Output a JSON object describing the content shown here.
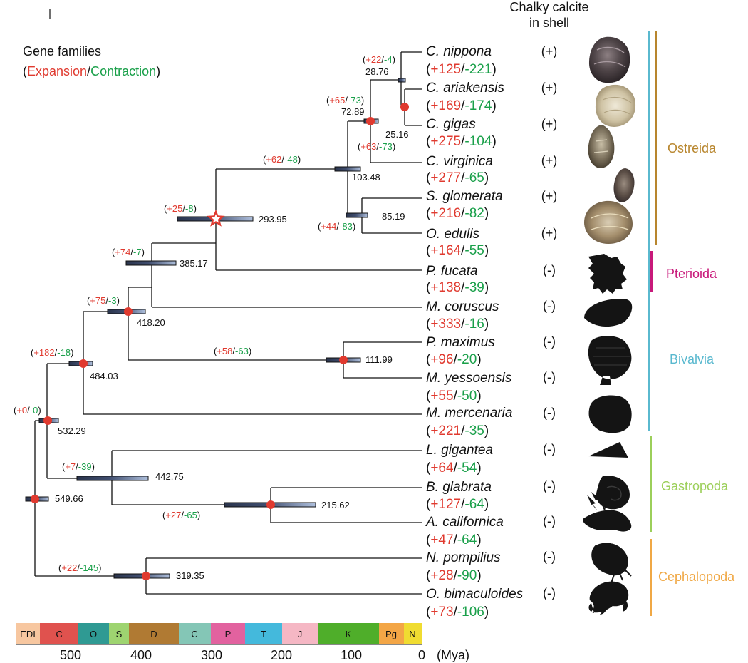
{
  "header": {
    "chalky_title_line1": "Chalky calcite",
    "chalky_title_line2": "in shell"
  },
  "legend": {
    "title": "Gene families",
    "open_paren": "(",
    "expansion": "Expansion",
    "slash": "/",
    "contraction": "Contraction",
    "close_paren": ")"
  },
  "colors": {
    "expansion": "#e03a2f",
    "contraction": "#1aa04a",
    "ostreida": "#b8862e",
    "pterioida": "#c8197a",
    "bivalvia": "#5ab9cf",
    "gastropoda": "#9ccf5a",
    "cephalopoda": "#f0a845",
    "branch": "#111111",
    "bar_fill": "#a7b9d6",
    "bar_dark": "#2a344c",
    "node_dot": "#e03a2f"
  },
  "species": [
    {
      "name": "C. nippona",
      "plus": "+125",
      "minus": "-221",
      "chalky": "(+)"
    },
    {
      "name": "C. ariakensis",
      "plus": "+169",
      "minus": "-174",
      "chalky": "(+)"
    },
    {
      "name": "C. gigas",
      "plus": "+275",
      "minus": "-104",
      "chalky": "(+)"
    },
    {
      "name": "C. virginica",
      "plus": "+277",
      "minus": "-65",
      "chalky": "(+)"
    },
    {
      "name": "S. glomerata",
      "plus": "+216",
      "minus": "-82",
      "chalky": "(+)"
    },
    {
      "name": "O. edulis",
      "plus": "+164",
      "minus": "-55",
      "chalky": "(+)"
    },
    {
      "name": "P. fucata",
      "plus": "+138",
      "minus": "-39",
      "chalky": "(-)"
    },
    {
      "name": "M. coruscus",
      "plus": "+333",
      "minus": "-16",
      "chalky": "(-)"
    },
    {
      "name": "P. maximus",
      "plus": "+96",
      "minus": "-20",
      "chalky": "(-)"
    },
    {
      "name": "M. yessoensis",
      "plus": "+55",
      "minus": "-50",
      "chalky": "(-)"
    },
    {
      "name": "M. mercenaria",
      "plus": "+221",
      "minus": "-35",
      "chalky": "(-)"
    },
    {
      "name": "L. gigantea",
      "plus": "+64",
      "minus": "-54",
      "chalky": "(-)"
    },
    {
      "name": "B. glabrata",
      "plus": "+127",
      "minus": "-64",
      "chalky": "(-)"
    },
    {
      "name": "A. californica",
      "plus": "+47",
      "minus": "-64",
      "chalky": "(-)"
    },
    {
      "name": "N. pompilius",
      "plus": "+28",
      "minus": "-90",
      "chalky": "(-)"
    },
    {
      "name": "O. bimaculoides",
      "plus": "+73",
      "minus": "-106",
      "chalky": "(-)"
    }
  ],
  "nodes": [
    {
      "age": "28.76",
      "plus": "+22",
      "minus": "-4"
    },
    {
      "age": "25.16",
      "plus": "+63",
      "minus": "-73"
    },
    {
      "age": "72.89",
      "plus": "+65",
      "minus": "-73"
    },
    {
      "age": "85.19",
      "plus": "+44",
      "minus": "-83"
    },
    {
      "age": "103.48",
      "plus": "+62",
      "minus": "-48"
    },
    {
      "age": "293.95",
      "plus": "+25",
      "minus": "-8"
    },
    {
      "age": "385.17",
      "plus": "+74",
      "minus": "-7"
    },
    {
      "age": "418.20",
      "plus": "+75",
      "minus": "-3"
    },
    {
      "age": "111.99",
      "plus": "+58",
      "minus": "-63"
    },
    {
      "age": "484.03",
      "plus": "+182",
      "minus": "-18"
    },
    {
      "age": "532.29",
      "plus": "+0",
      "minus": "-0"
    },
    {
      "age": "442.75",
      "plus": "+7",
      "minus": "-39"
    },
    {
      "age": "215.62",
      "plus": "+27",
      "minus": "-65"
    },
    {
      "age": "549.66",
      "plus": "",
      "minus": ""
    },
    {
      "age": "319.35",
      "plus": "+22",
      "minus": "-145"
    }
  ],
  "clades": [
    {
      "name": "Ostreida",
      "color": "#b8862e"
    },
    {
      "name": "Pterioida",
      "color": "#c8197a"
    },
    {
      "name": "Bivalvia",
      "color": "#5ab9cf"
    },
    {
      "name": "Gastropoda",
      "color": "#9ccf5a"
    },
    {
      "name": "Cephalopoda",
      "color": "#f0a845"
    }
  ],
  "timescale": {
    "periods": [
      {
        "label": "EDI",
        "color": "#f7c7a0"
      },
      {
        "label": "Є",
        "color": "#e0524e"
      },
      {
        "label": "O",
        "color": "#2f9a93"
      },
      {
        "label": "S",
        "color": "#9ed470"
      },
      {
        "label": "D",
        "color": "#b07a33"
      },
      {
        "label": "C",
        "color": "#84c6b6"
      },
      {
        "label": "P",
        "color": "#e2629f"
      },
      {
        "label": "T",
        "color": "#44b9dc"
      },
      {
        "label": "J",
        "color": "#f5b7c4"
      },
      {
        "label": "K",
        "color": "#4fae2a"
      },
      {
        "label": "Pg",
        "color": "#f3a646"
      },
      {
        "label": "N",
        "color": "#f0dc31"
      }
    ],
    "ticks": [
      "500",
      "400",
      "300",
      "200",
      "100",
      "0"
    ],
    "unit": "(Mya)"
  }
}
